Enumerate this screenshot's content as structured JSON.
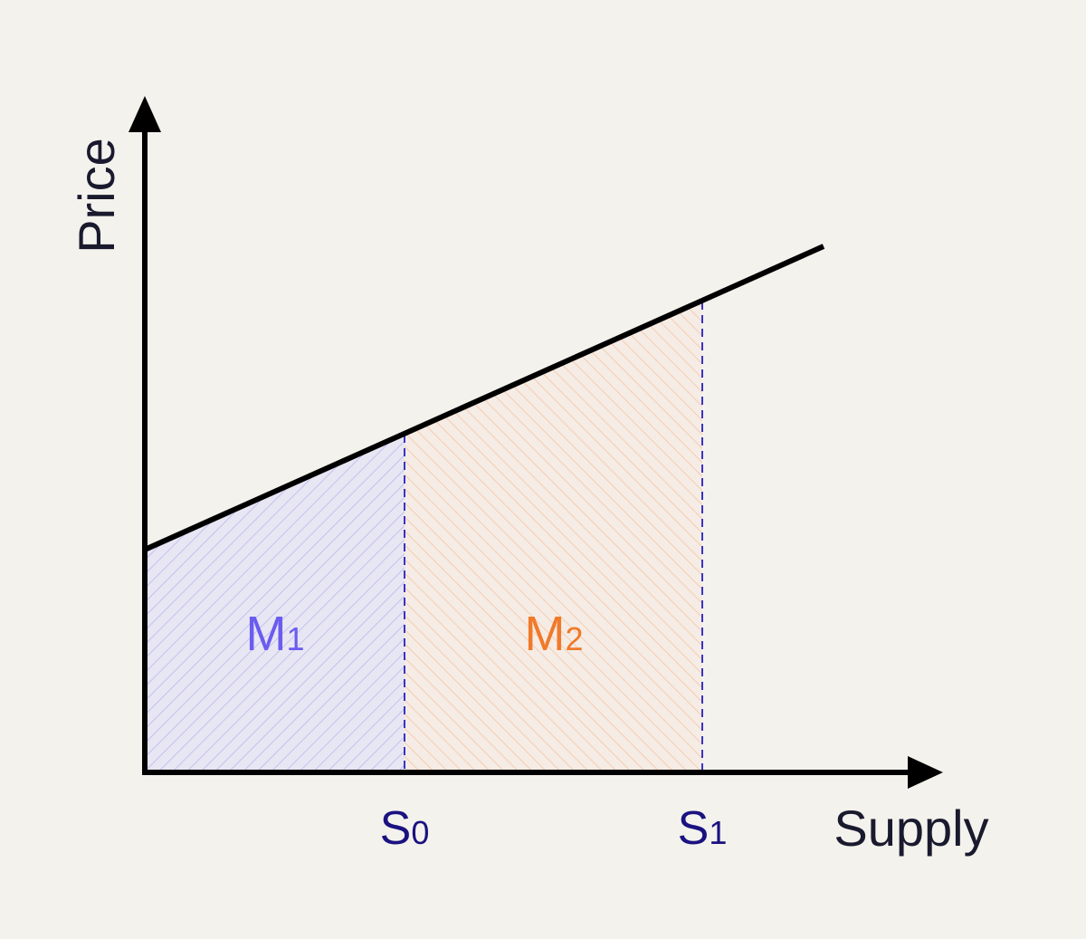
{
  "diagram": {
    "axes": {
      "y_label": "Price",
      "x_label": "Supply"
    },
    "markers": [
      {
        "main": "S",
        "sub": "0"
      },
      {
        "main": "S",
        "sub": "1"
      }
    ],
    "regions": [
      {
        "main": "M",
        "sub": "1"
      },
      {
        "main": "M",
        "sub": "2"
      }
    ],
    "colors": {
      "background": "#f4f2ed",
      "axis": "#000000",
      "supply_line": "#000000",
      "axis_label": "#1a1a2e",
      "marker_label": "#1a1280",
      "marker_dash": "#3a33c4",
      "region_m1_fill": "#dcdcf6",
      "region_m1_hatch": "#b9b9f2",
      "region_m1_label": "#6b5cf0",
      "region_m2_fill": "#f6e8de",
      "region_m2_hatch": "#f6c6a6",
      "region_m2_label": "#f07a2a"
    }
  }
}
